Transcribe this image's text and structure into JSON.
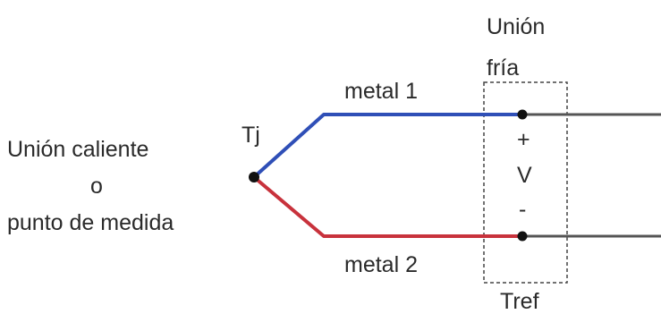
{
  "diagram": {
    "labels": {
      "cold_junction_line1": "Unión",
      "cold_junction_line2": "fría",
      "metal1": "metal 1",
      "metal2": "metal 2",
      "tj": "Tj",
      "hot_junction_line1": "Unión caliente",
      "hot_junction_line2": "o",
      "hot_junction_line3": "punto de medida",
      "plus": "+",
      "voltage": "V",
      "minus": "-",
      "tref": "Tref"
    },
    "colors": {
      "metal1_wire": "#2f4fb7",
      "metal2_wire": "#c8323c",
      "output_wire": "#555555",
      "junction_dot": "#111111",
      "box_border": "#444444"
    }
  }
}
